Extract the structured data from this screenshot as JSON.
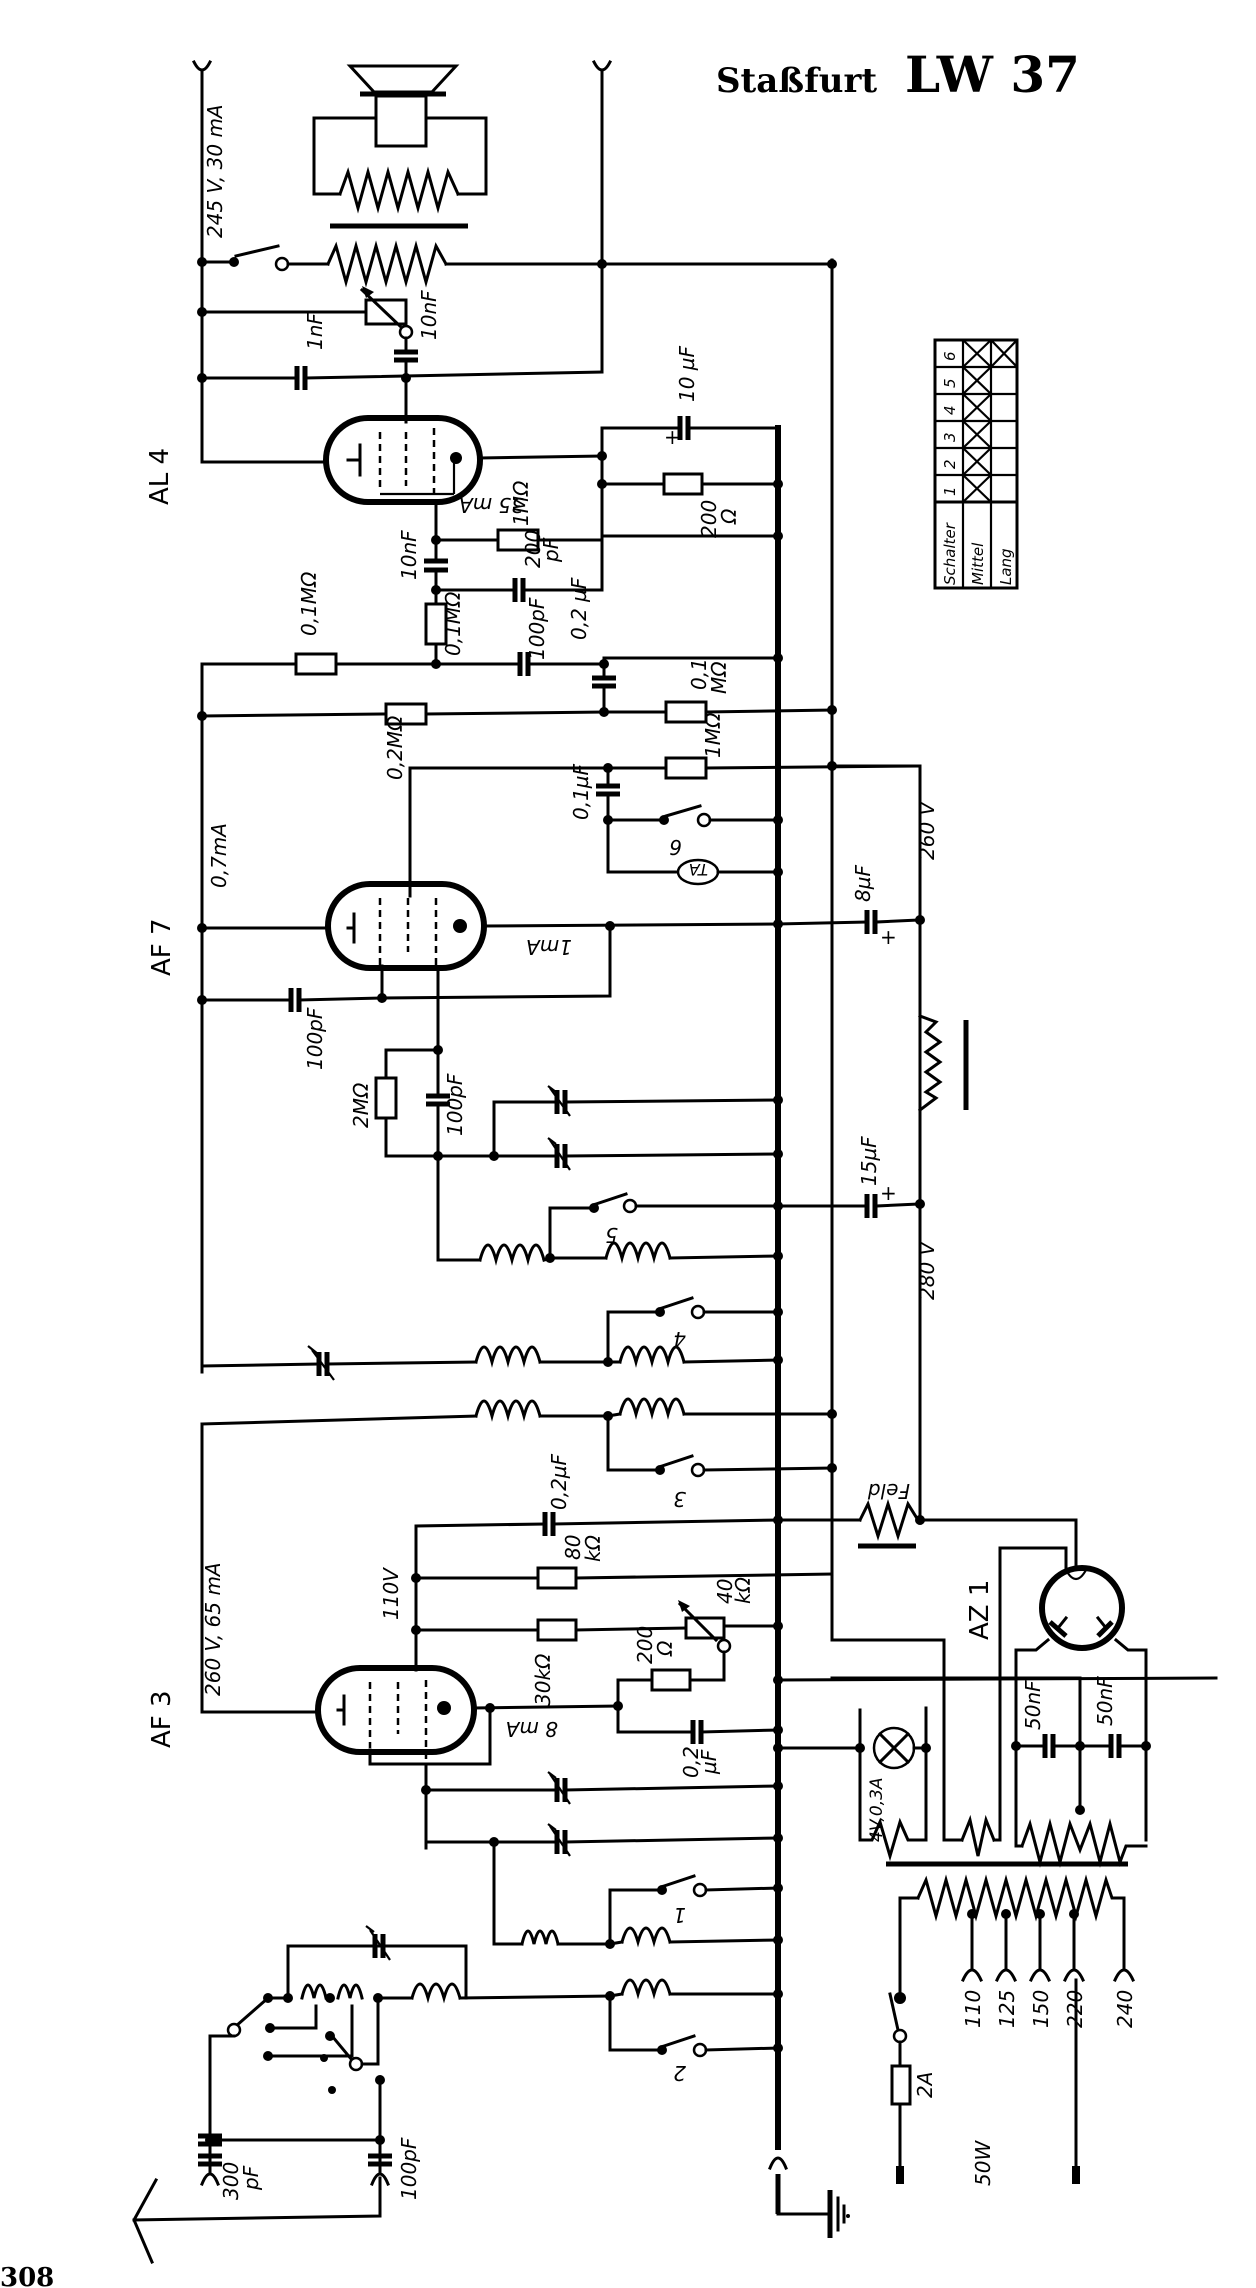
{
  "title": {
    "manufacturer": "Staßfurt",
    "model": "LW 37"
  },
  "page_number": "308",
  "tubes": {
    "al4": "AL 4",
    "af7": "AF 7",
    "af3": "AF 3",
    "az1": "AZ 1"
  },
  "switch_table": {
    "header": "Schalter",
    "rows": [
      "Mittel",
      "Lang"
    ],
    "switches": [
      "1",
      "2",
      "3",
      "4",
      "5",
      "6"
    ],
    "mittel_crossed": [
      true,
      true,
      true,
      true,
      true,
      true
    ],
    "lang_crossed": [
      false,
      false,
      false,
      false,
      false,
      true
    ]
  },
  "labels": {
    "speaker_supply": "245 V, 30 mA",
    "c_1nF": "1nF",
    "c_10nF_tone": "10nF",
    "c_10uF": "10 µF",
    "al4_cathode_current": "35 mA",
    "r_200ohm_al4_a": "200",
    "r_200ohm_al4_b": "Ω",
    "r_1Mohm_al4": "1MΩ",
    "c_10nF_grid": "10nF",
    "c_200pF_a": "200",
    "c_200pF_b": "pF",
    "r_01Mohm_top": "0,1MΩ",
    "r_01Mohm_grid": "0,1MΩ",
    "c_100pF_coupling": "100pF",
    "c_02uF_top": "0,2 µF",
    "r_01Mohm_right_a": "0,1",
    "r_01Mohm_right_b": "MΩ",
    "r_02Mohm": "0,2MΩ",
    "r_1Mohm_screen": "1MΩ",
    "c_01uF": "0,1µF",
    "sw6": "6",
    "ta": "TA",
    "af7_plate_current": "0,7mA",
    "af7_cathode_current": "1mA",
    "c_8uF": "8µF",
    "v_260": "260 V",
    "c_100pF_af7": "100pF",
    "r_2Mohm": "2MΩ",
    "c_100pF_grid": "100pF",
    "sw5": "5",
    "c_15uF": "15µF",
    "v_280": "280 V",
    "sw4": "4",
    "sw3": "3",
    "c_02uF_af3": "0,2µF",
    "feld": "Feld",
    "r_80kohm_a": "80",
    "r_80kohm_b": "kΩ",
    "v_110": "110V",
    "r_30kohm": "30kΩ",
    "r_40kohm_a": "40",
    "r_40kohm_b": "kΩ",
    "r_200ohm_af3_a": "200",
    "r_200ohm_af3_b": "Ω",
    "af3_supply": "260 V, 65 mA",
    "af3_cathode_current": "8 mA",
    "c_02uF_cath_a": "0,2",
    "c_02uF_cath_b": "µF",
    "lamp": "4V,0,3A",
    "c_50nF_1": "50nF",
    "c_50nF_2": "50nF",
    "sw1": "1",
    "sw2": "2",
    "c_300pF_a": "300",
    "c_300pF_b": "pF",
    "c_100pF_ant": "100pF",
    "fuse": "2A",
    "power": "50W",
    "taps": [
      "110",
      "125",
      "150",
      "220",
      "240"
    ]
  }
}
